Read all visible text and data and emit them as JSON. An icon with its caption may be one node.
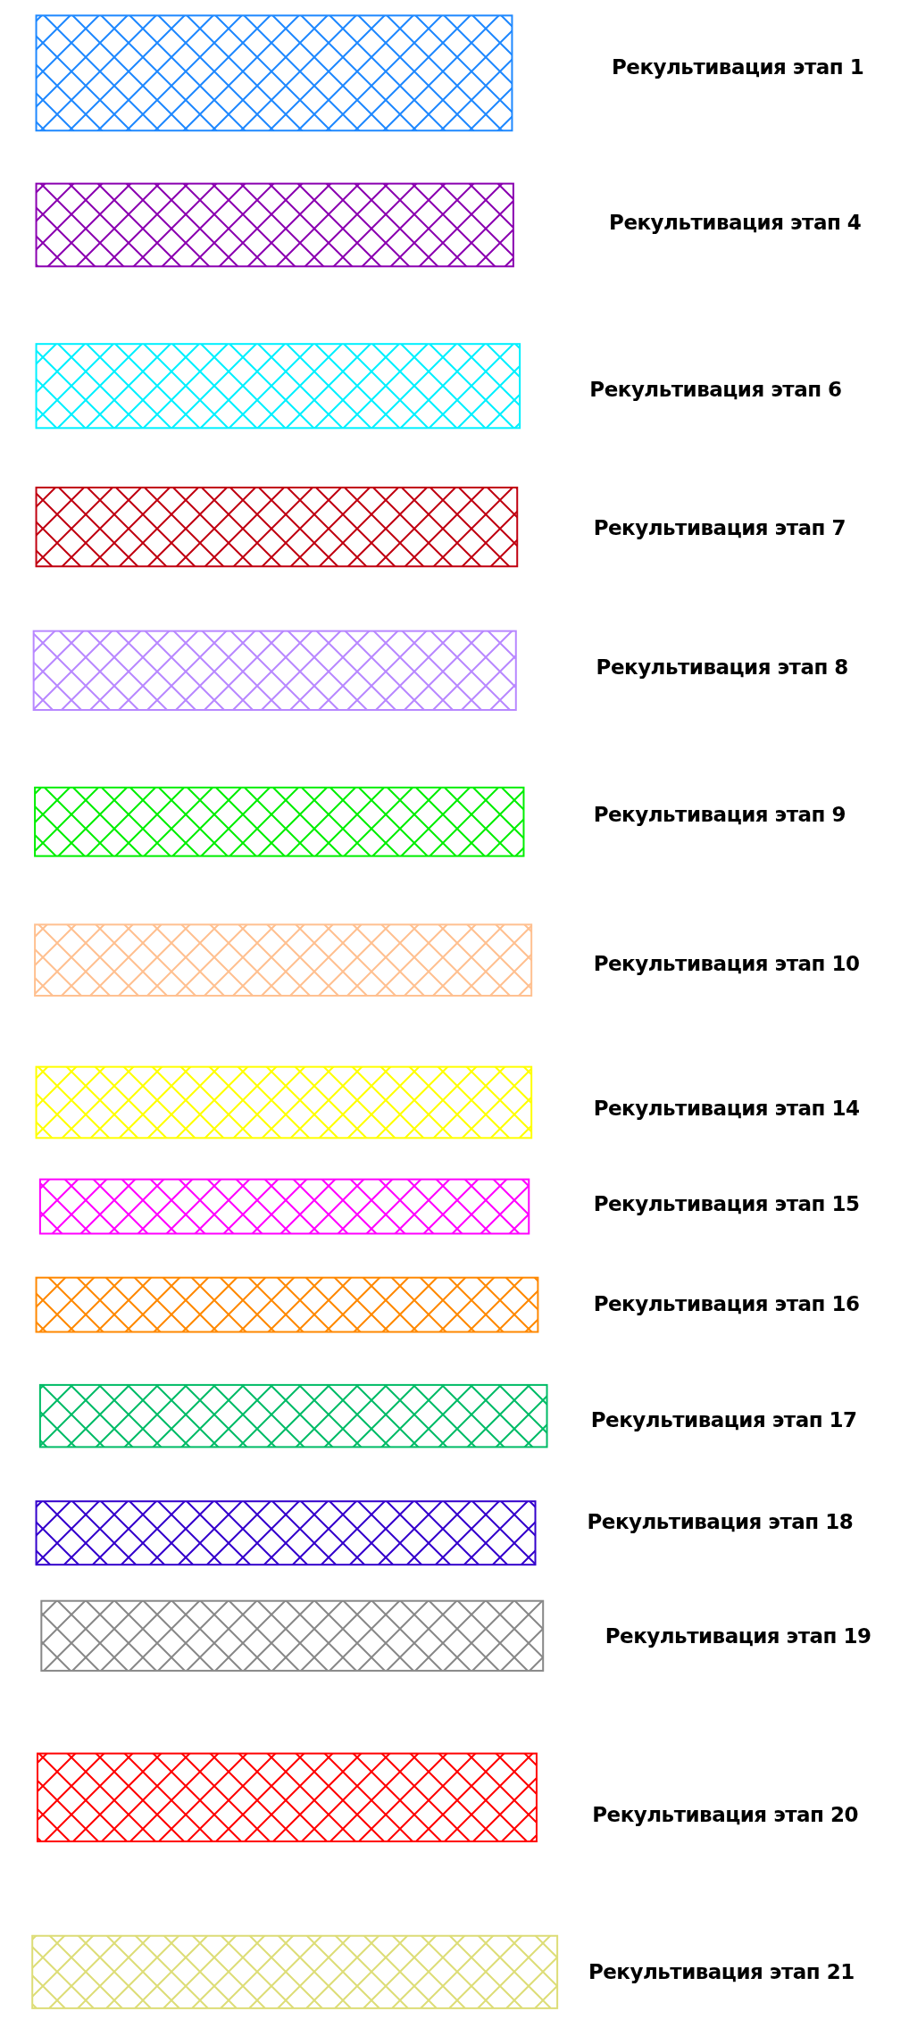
{
  "diagram": {
    "legend": [
      {
        "text": "Рекультивация этап 1",
        "color": "#1e88ff"
      },
      {
        "text": "Рекультивация этап 4",
        "color": "#8a00b0"
      },
      {
        "text": "Рекультивация этап 6",
        "color": "#00f0ff"
      },
      {
        "text": "Рекультивация этап 7",
        "color": "#c00010"
      },
      {
        "text": "Рекультивация этап 8",
        "color": "#b888ff"
      },
      {
        "text": "Рекультивация этап 9",
        "color": "#00ee00"
      },
      {
        "text": "Рекультивация этап 10",
        "color": "#ffc090"
      },
      {
        "text": "Рекультивация этап 14",
        "color": "#ffff00"
      },
      {
        "text": "Рекультивация этап 15",
        "color": "#ff00ff"
      },
      {
        "text": "Рекультивация этап 16",
        "color": "#ff8800"
      },
      {
        "text": "Рекультивация этап 17",
        "color": "#00bb66"
      },
      {
        "text": "Рекультивация этап 18",
        "color": "#3300cc"
      },
      {
        "text": "Рекультивация этап 19",
        "color": "#888888"
      },
      {
        "text": "Рекультивация этап 20",
        "color": "#ff0000"
      },
      {
        "text": "Рекультивация этап 21",
        "color": "#dddd77"
      }
    ]
  }
}
